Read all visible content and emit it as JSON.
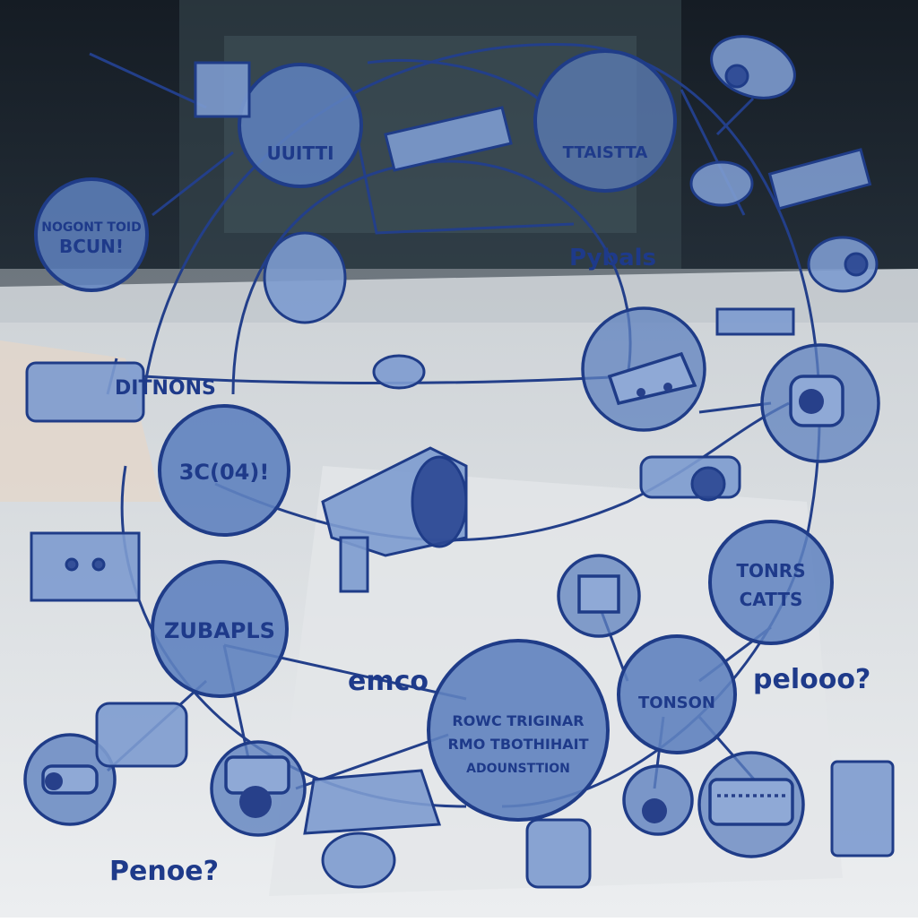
{
  "colors": {
    "node_fill": "#5f82bf",
    "node_stroke": "#1f3c88",
    "line": "#233f8a",
    "label": "#1e3a8a"
  },
  "nodes": {
    "n_top_left": {
      "lines": [
        "UUITTI"
      ]
    },
    "n_top_center": {
      "lines": [
        "TTAISTTA"
      ]
    },
    "n_left_upper": {
      "lines": [
        "NOGONT TOID",
        "BCUN!"
      ]
    },
    "n_left_mid": {
      "lines": [
        "3C(04)!"
      ]
    },
    "n_left_lower": {
      "lines": [
        "ZUBAPLS"
      ]
    },
    "n_bottom_center": {
      "lines": [
        "ROWC TRIGINAR",
        "RMO TBOTHIHAIT",
        "ADOUNSTTION"
      ]
    },
    "n_right_mid": {
      "lines": [
        "TONRS",
        "CATTS"
      ]
    },
    "n_right_lower": {
      "lines": [
        "TONSON"
      ]
    }
  },
  "labels": {
    "pybals": "Pybals",
    "ditnons": "DITNONS",
    "emco": "emco",
    "pelooo": "pelooo?",
    "penoe": "Penoe?"
  },
  "icons": [
    "security-camera-icon",
    "dome-camera-icon",
    "dvr-recorder-icon",
    "router-icon",
    "network-switch-icon",
    "monitor-icon",
    "tablet-icon"
  ]
}
